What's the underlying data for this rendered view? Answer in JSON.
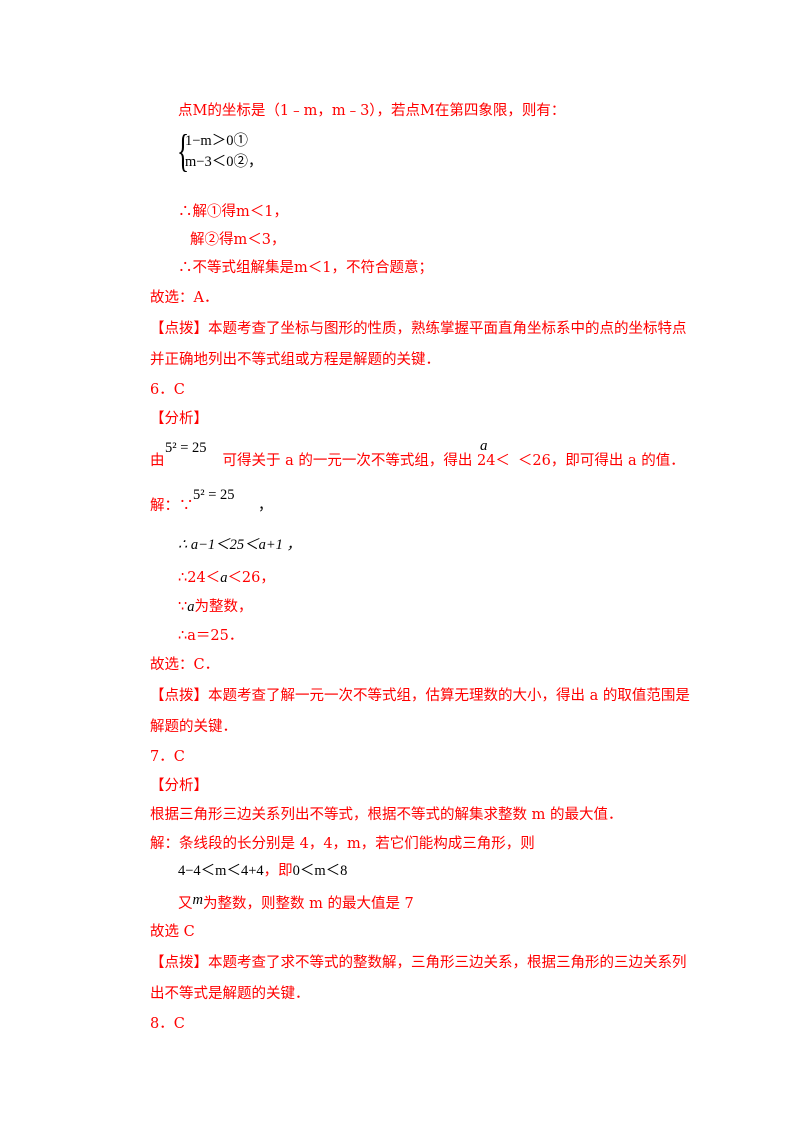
{
  "lines": {
    "l1": "点M的坐标是（1﹣m，m﹣3），若点M在第四象限，则有：",
    "sys1": "1−m＞0①",
    "sys2": "m−3＜0②，",
    "l2": "∴解①得m＜1，",
    "l3": "解②得m＜3，",
    "l4": "∴不等式组解集是m＜1，不符合题意；",
    "l5": "故选：A．",
    "l6a": "【点拨】本题考查了坐标与图形的性质，熟练掌握平面直角坐标系中的点的坐标特点",
    "l6b": "并正确地列出不等式组或方程是解题的关键．",
    "q6": "6．C",
    "fx6": "【分析】",
    "eqTop": "5² = 25",
    "l7pre": "由",
    "l7mid": "可得关于 a 的一元一次不等式组，得出 24＜",
    "l7post": "＜26，即可得出 a 的值．",
    "aTop": "a",
    "l8pre": "解：∵",
    "l8eq": "5² = 25",
    "l8post": "，",
    "l9": "∴ a−1＜25＜a+1 ，",
    "l10pre": "∴24＜",
    "l10a": "a",
    "l10post": "＜26，",
    "l11pre": "∵",
    "l11a": "a",
    "l11post": "为整数，",
    "l12": "∴a＝25．",
    "l13": "故选：C．",
    "l14a": "【点拨】本题考查了解一元一次不等式组，估算无理数的大小，得出 a 的取值范围是",
    "l14b": "解题的关键．",
    "q7": "7．C",
    "fx7": "【分析】",
    "l15": "根据三角形三边关系列出不等式，根据不等式的解集求整数 m 的最大值．",
    "l16": "解：条线段的长分别是 4，4，m，若它们能构成三角形，则",
    "l17math": "4−4＜m＜4+4",
    "l17mid": "，即",
    "l17math2": "0＜m＜8",
    "l18pre": "又",
    "l18m": "m",
    "l18post": "为整数，则整数 m 的最大值是 7",
    "l19": "故选 C",
    "l20a": "【点拨】本题考查了求不等式的整数解，三角形三边关系，根据三角形的三边关系列",
    "l20b": "出不等式是解题的关键．",
    "q8": "8．C"
  }
}
